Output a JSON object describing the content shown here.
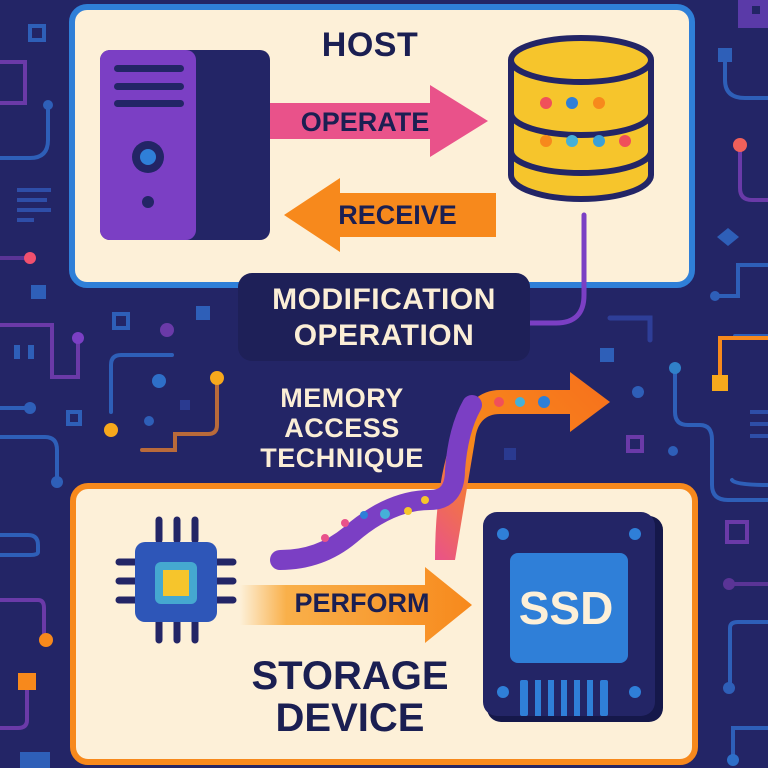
{
  "host": {
    "title": "HOST",
    "operate_label": "OPERATE",
    "receive_label": "RECEIVE",
    "icons": [
      "server-tower-icon",
      "database-icon"
    ]
  },
  "modification": {
    "line1": "MODIFICATION",
    "line2": "OPERATION"
  },
  "memory_access": {
    "line1": "MEMORY",
    "line2": "ACCESS",
    "line3": "TECHNIQUE"
  },
  "storage": {
    "title_line1": "STORAGE",
    "title_line2": "DEVICE",
    "perform_label": "PERFORM",
    "ssd_label": "SSD",
    "icons": [
      "chip-icon",
      "ssd-icon"
    ]
  },
  "colors": {
    "background": "#232566",
    "host_border": "#2f7fd8",
    "storage_border": "#f7891c",
    "panel_fill": "#fdf0d8",
    "operate_arrow": "#e9528a",
    "receive_arrow": "#f7891c",
    "server_purple": "#7b3fc4",
    "database_yellow": "#f6c52c",
    "ssd_blue": "#2f7fd8",
    "text_dark": "#1b1f52"
  }
}
